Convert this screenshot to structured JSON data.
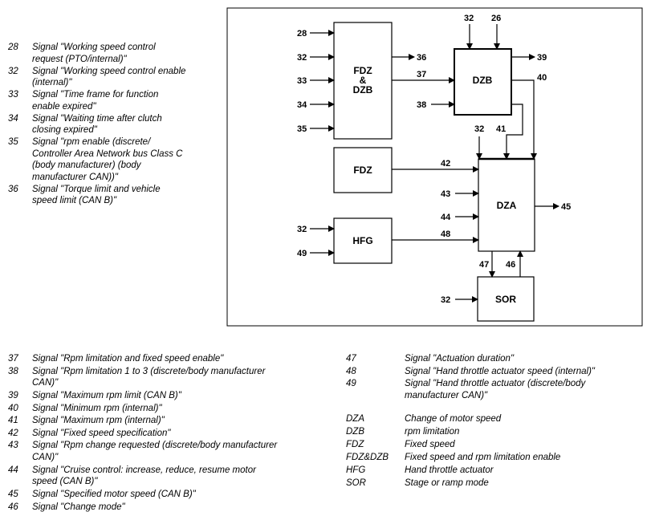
{
  "diagram": {
    "blocks": {
      "fdz_dzb_line1": "FDZ",
      "fdz_dzb_line2": "&",
      "fdz_dzb_line3": "DZB",
      "dzb": "DZB",
      "fdz": "FDZ",
      "dza": "DZA",
      "hfg": "HFG",
      "sor": "SOR"
    },
    "signals": {
      "s28": "28",
      "s32a": "32",
      "s33": "33",
      "s34": "34",
      "s35": "35",
      "s36": "36",
      "s37": "37",
      "s38": "38",
      "s32b": "32",
      "s26": "26",
      "s39": "39",
      "s40": "40",
      "s32c": "32",
      "s41": "41",
      "s42": "42",
      "s43": "43",
      "s44": "44",
      "s45": "45",
      "s32d": "32",
      "s48": "48",
      "s49": "49",
      "s47": "47",
      "s46": "46",
      "s32e": "32"
    }
  },
  "legend_top": [
    {
      "num": "28",
      "text": "Signal \"Working speed control\nrequest (PTO/internal)\""
    },
    {
      "num": "32",
      "text": "Signal \"Working speed control enable\n(internal)\""
    },
    {
      "num": "33",
      "text": "Signal \"Time frame for function\nenable expired\""
    },
    {
      "num": "34",
      "text": "Signal \"Waiting time after clutch\nclosing expired\""
    },
    {
      "num": "35",
      "text": "Signal \"rpm enable (discrete/\nController Area Network bus Class C\n(body manufacturer) (body\nmanufacturer CAN))\""
    },
    {
      "num": "36",
      "text": "Signal \"Torque limit and vehicle\nspeed limit (CAN B)\""
    }
  ],
  "legend_left": [
    {
      "num": "37",
      "text": "Signal \"Rpm limitation and fixed speed enable\""
    },
    {
      "num": "38",
      "text": "Signal \"Rpm limitation 1 to 3 (discrete/body manufacturer\nCAN)\""
    },
    {
      "num": "39",
      "text": "Signal \"Maximum rpm limit (CAN B)\""
    },
    {
      "num": "40",
      "text": "Signal \"Minimum rpm (internal)\""
    },
    {
      "num": "41",
      "text": "Signal \"Maximum rpm (internal)\""
    },
    {
      "num": "42",
      "text": "Signal \"Fixed speed specification\""
    },
    {
      "num": "43",
      "text": "Signal \"Rpm change requested (discrete/body manufacturer\nCAN)\""
    },
    {
      "num": "44",
      "text": "Signal \"Cruise control: increase, reduce, resume motor\nspeed (CAN B)\""
    },
    {
      "num": "45",
      "text": "Signal \"Specified motor speed (CAN B)\""
    },
    {
      "num": "46",
      "text": "Signal \"Change mode\""
    }
  ],
  "legend_right_signals": [
    {
      "num": "47",
      "text": "Signal \"Actuation duration\""
    },
    {
      "num": "48",
      "text": "Signal \"Hand throttle actuator speed (internal)\""
    },
    {
      "num": "49",
      "text": "Signal \"Hand throttle actuator (discrete/body\nmanufacturer CAN)\""
    }
  ],
  "legend_right_abbr": [
    {
      "num": "DZA",
      "text": "Change of motor speed"
    },
    {
      "num": "DZB",
      "text": "rpm limitation"
    },
    {
      "num": "FDZ",
      "text": "Fixed speed"
    },
    {
      "num": "FDZ&DZB",
      "text": "Fixed speed and rpm limitation enable"
    },
    {
      "num": "HFG",
      "text": "Hand throttle actuator"
    },
    {
      "num": "SOR",
      "text": "Stage or ramp mode"
    }
  ]
}
